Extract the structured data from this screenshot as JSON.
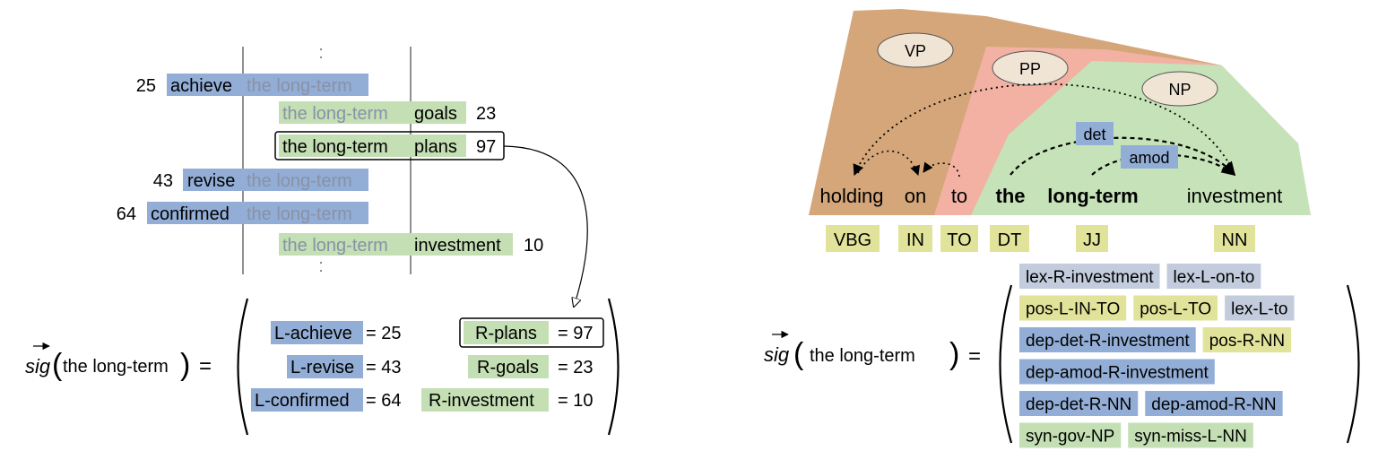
{
  "colors": {
    "blue": "#93aed6",
    "green": "#c4dfb4",
    "gray": "#c2ccdc",
    "yellow": "#e2e39a",
    "vp_fill": "#d4a679",
    "pp_fill": "#f2b1a3",
    "np_fill": "#c6e2b8",
    "ellipse_fill": "#f0e4d4",
    "faded_text": "#8891a6"
  },
  "left": {
    "ellipsis_top": ":",
    "ellipsis_bottom": ":",
    "phrase": "the long-term",
    "rows": [
      {
        "count": "25",
        "word": "achieve",
        "side": "left"
      },
      {
        "count": "23",
        "word": "goals",
        "side": "right"
      },
      {
        "count": "97",
        "word": "plans",
        "side": "right",
        "highlighted": true
      },
      {
        "count": "43",
        "word": "revise",
        "side": "left"
      },
      {
        "count": "64",
        "word": "confirmed",
        "side": "left"
      },
      {
        "count": "10",
        "word": "investment",
        "side": "right"
      }
    ],
    "formula": {
      "sig": "sig",
      "arg": "the long-term",
      "eq": "=",
      "left_features": [
        {
          "label": "L-achieve",
          "value": "= 25"
        },
        {
          "label": "L-revise",
          "value": "= 43"
        },
        {
          "label": "L-confirmed",
          "value": "= 64"
        }
      ],
      "right_features": [
        {
          "label": "R-plans",
          "value": "= 97"
        },
        {
          "label": "R-goals",
          "value": "= 23"
        },
        {
          "label": "R-investment",
          "value": "= 10"
        }
      ]
    }
  },
  "right": {
    "phrases": [
      "VP",
      "PP",
      "NP"
    ],
    "words": [
      "holding",
      "on",
      "to",
      "the",
      "long-term",
      "investment"
    ],
    "pos": [
      "VBG",
      "IN",
      "TO",
      "DT",
      "JJ",
      "NN"
    ],
    "dep_labels": [
      "det",
      "amod"
    ],
    "formula": {
      "sig": "sig",
      "arg": "the long-term",
      "eq": "="
    },
    "features": [
      [
        {
          "label": "lex-R-investment",
          "color": "gray"
        },
        {
          "label": "lex-L-on-to",
          "color": "gray"
        }
      ],
      [
        {
          "label": "pos-L-IN-TO",
          "color": "yellow"
        },
        {
          "label": "pos-L-TO",
          "color": "yellow"
        },
        {
          "label": "lex-L-to",
          "color": "gray"
        }
      ],
      [
        {
          "label": "dep-det-R-investment",
          "color": "blue"
        },
        {
          "label": "pos-R-NN",
          "color": "yellow"
        }
      ],
      [
        {
          "label": "dep-amod-R-investment",
          "color": "blue"
        }
      ],
      [
        {
          "label": "dep-det-R-NN",
          "color": "blue"
        },
        {
          "label": "dep-amod-R-NN",
          "color": "blue"
        }
      ],
      [
        {
          "label": "syn-gov-NP",
          "color": "green"
        },
        {
          "label": "syn-miss-L-NN",
          "color": "green"
        }
      ]
    ]
  }
}
